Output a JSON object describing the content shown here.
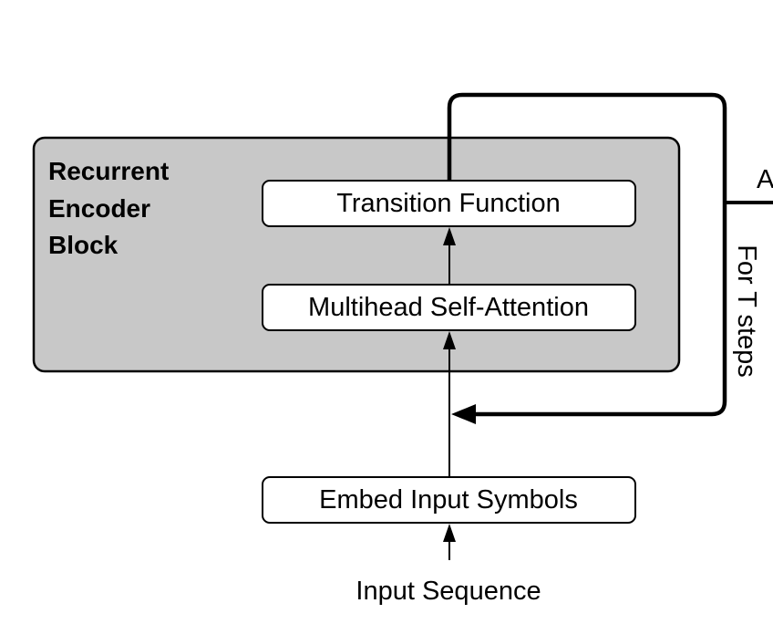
{
  "colors": {
    "block_fill": "#c8c8c8",
    "box_fill": "#ffffff",
    "stroke": "#000000"
  },
  "encoder_block": {
    "title_lines": [
      "Recurrent",
      "Encoder",
      "Block"
    ]
  },
  "boxes": {
    "transition": "Transition Function",
    "attention": "Multihead Self-Attention",
    "embed": "Embed Input Symbols"
  },
  "input_label": "Input Sequence",
  "loop_label": "For T steps",
  "right_edge_label": "A"
}
